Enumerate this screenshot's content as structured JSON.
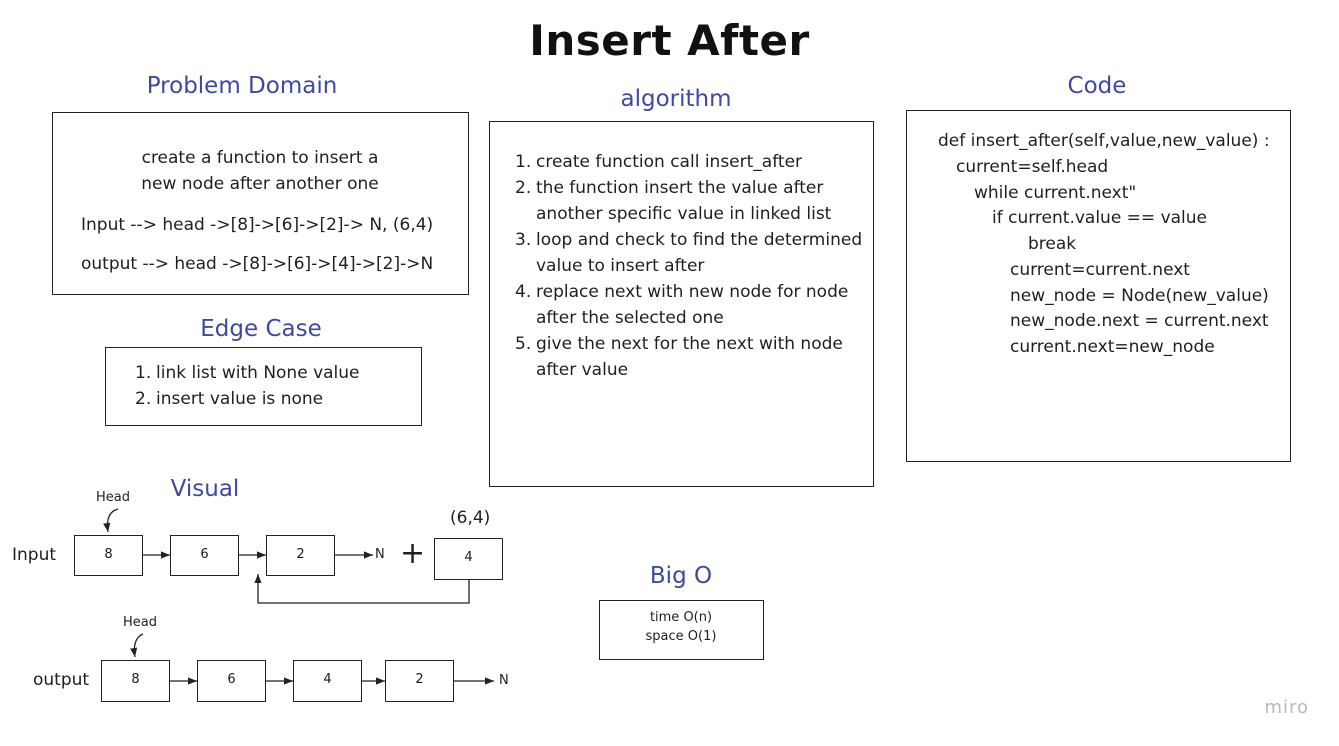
{
  "title": "Insert After",
  "problem_domain": {
    "heading": "Problem Domain",
    "line1": "create a function to insert a",
    "line2": "new node after another one",
    "input": "Input --> head ->[8]->[6]->[2]-> N, (6,4)",
    "output": "output --> head ->[8]->[6]->[4]->[2]->N"
  },
  "edge_case": {
    "heading": "Edge Case",
    "items": [
      {
        "num": "1.",
        "text": "link list with None value"
      },
      {
        "num": "2.",
        "text": "insert value is none"
      }
    ]
  },
  "algorithm": {
    "heading": "algorithm",
    "items": [
      {
        "num": "1.",
        "lines": [
          "create function call insert_after"
        ]
      },
      {
        "num": "2.",
        "lines": [
          "the function insert the value after",
          "another specific value in linked list"
        ]
      },
      {
        "num": "3.",
        "lines": [
          "loop and check to find the determined",
          "value to insert after"
        ]
      },
      {
        "num": "4.",
        "lines": [
          "replace next with new node for node",
          "after the selected one"
        ]
      },
      {
        "num": "5.",
        "lines": [
          "give the next for the next with node",
          "after value"
        ]
      }
    ]
  },
  "code": {
    "heading": "Code",
    "lines": [
      "def insert_after(self,value,new_value) :",
      "current=self.head",
      "while current.next\"",
      "if current.value == value",
      "break",
      "current=current.next",
      "new_node = Node(new_value)",
      "new_node.next = current.next",
      "current.next=new_node"
    ]
  },
  "visual": {
    "heading": "Visual",
    "input_label": "Input",
    "output_label": "output",
    "head_label": "Head",
    "null_label": "N",
    "plus": "+",
    "pair_label": "(6,4)",
    "input_nodes": [
      "8",
      "6",
      "2"
    ],
    "new_node": "4",
    "output_nodes": [
      "8",
      "6",
      "4",
      "2"
    ]
  },
  "big_o": {
    "heading": "Big O",
    "time": "time O(n)",
    "space": "space O(1)"
  },
  "watermark": "miro",
  "colors": {
    "heading": "#3d4aa0",
    "text": "#1f1f1f",
    "border": "#222222",
    "watermark": "#b8b8c0"
  }
}
